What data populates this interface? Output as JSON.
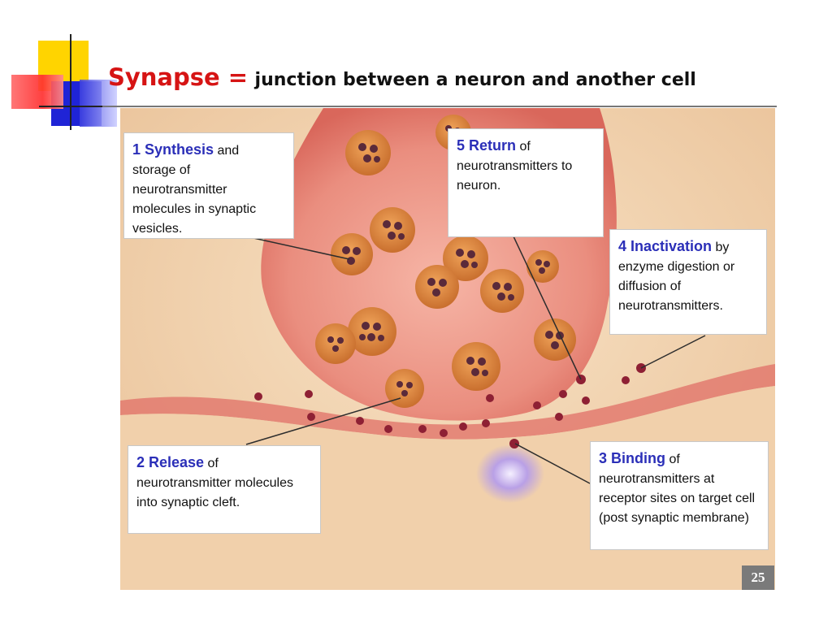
{
  "title": {
    "main": "Synapse =",
    "sub": "junction between a neuron and another cell"
  },
  "labels": {
    "synthesis": {
      "head": "1 Synthesis",
      "body": " and storage of neurotransmitter molecules in synaptic vesicles."
    },
    "release": {
      "head": "2 Release",
      "body": " of neurotransmitter molecules into synaptic cleft."
    },
    "binding": {
      "head": "3 Binding",
      "body": " of neurotransmitters at receptor sites on target cell (post synaptic membrane)"
    },
    "inactivation": {
      "head": "4  Inactivation",
      "body": " by enzyme digestion or diffusion of neurotransmitters."
    },
    "return": {
      "head": "5 Return",
      "body": " of neurotransmitters to neuron."
    }
  },
  "page_number": "25",
  "colors": {
    "title_red": "#d61414",
    "label_blue": "#2b2fb8",
    "background": "#f3d7b6",
    "terminal": "#e98a7c",
    "vesicle": "#d8853f",
    "molecule": "#8e2034"
  }
}
